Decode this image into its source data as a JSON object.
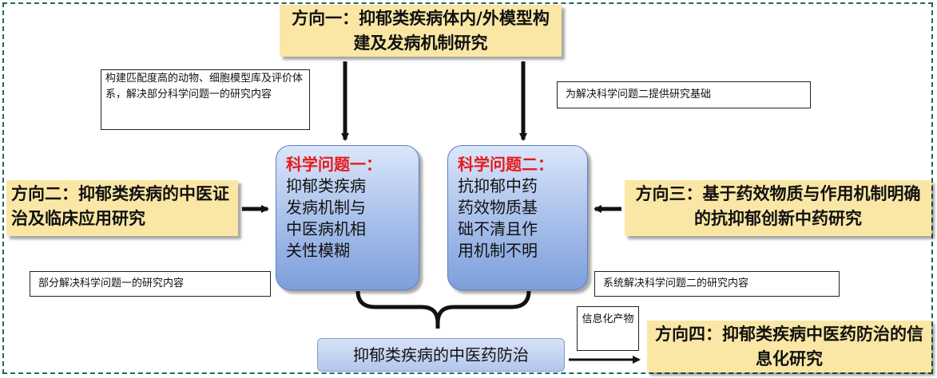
{
  "directions": {
    "one": "方向一：抑郁类疾病体内/外模型构建及发病机制研究",
    "two": "方向二：抑郁类疾病的中医证治及临床应用研究",
    "three": "方向三：基于药效物质与作用机制明确的抗抑郁创新中药研究",
    "four": "方向四：抑郁类疾病中医药防治的信息化研究"
  },
  "notes": {
    "one_to_q1": "构建匹配度高的动物、细胞模型库及评价体系，解决部分科学问题一的研究内容",
    "one_to_q2": "为解决科学问题二提供研究基础",
    "two_to_q1": "部分解决科学问题一的研究内容",
    "three_to_q2": "系统解决科学问题二的研究内容",
    "goal_to_four": "信息化产物"
  },
  "questions": {
    "q1": {
      "title": "科学问题一：",
      "body": "抑郁类疾病\n发病机制与\n中医病机相\n关性模糊"
    },
    "q2": {
      "title": "科学问题二：",
      "body": "抗抑郁中药\n药效物质基\n础不清且作\n用机制不明"
    }
  },
  "goal": "抑郁类疾病的中医药防治",
  "colors": {
    "direction_fill": "#fae7a5",
    "question_title": "#e8191b",
    "border": "#1f6b55"
  }
}
